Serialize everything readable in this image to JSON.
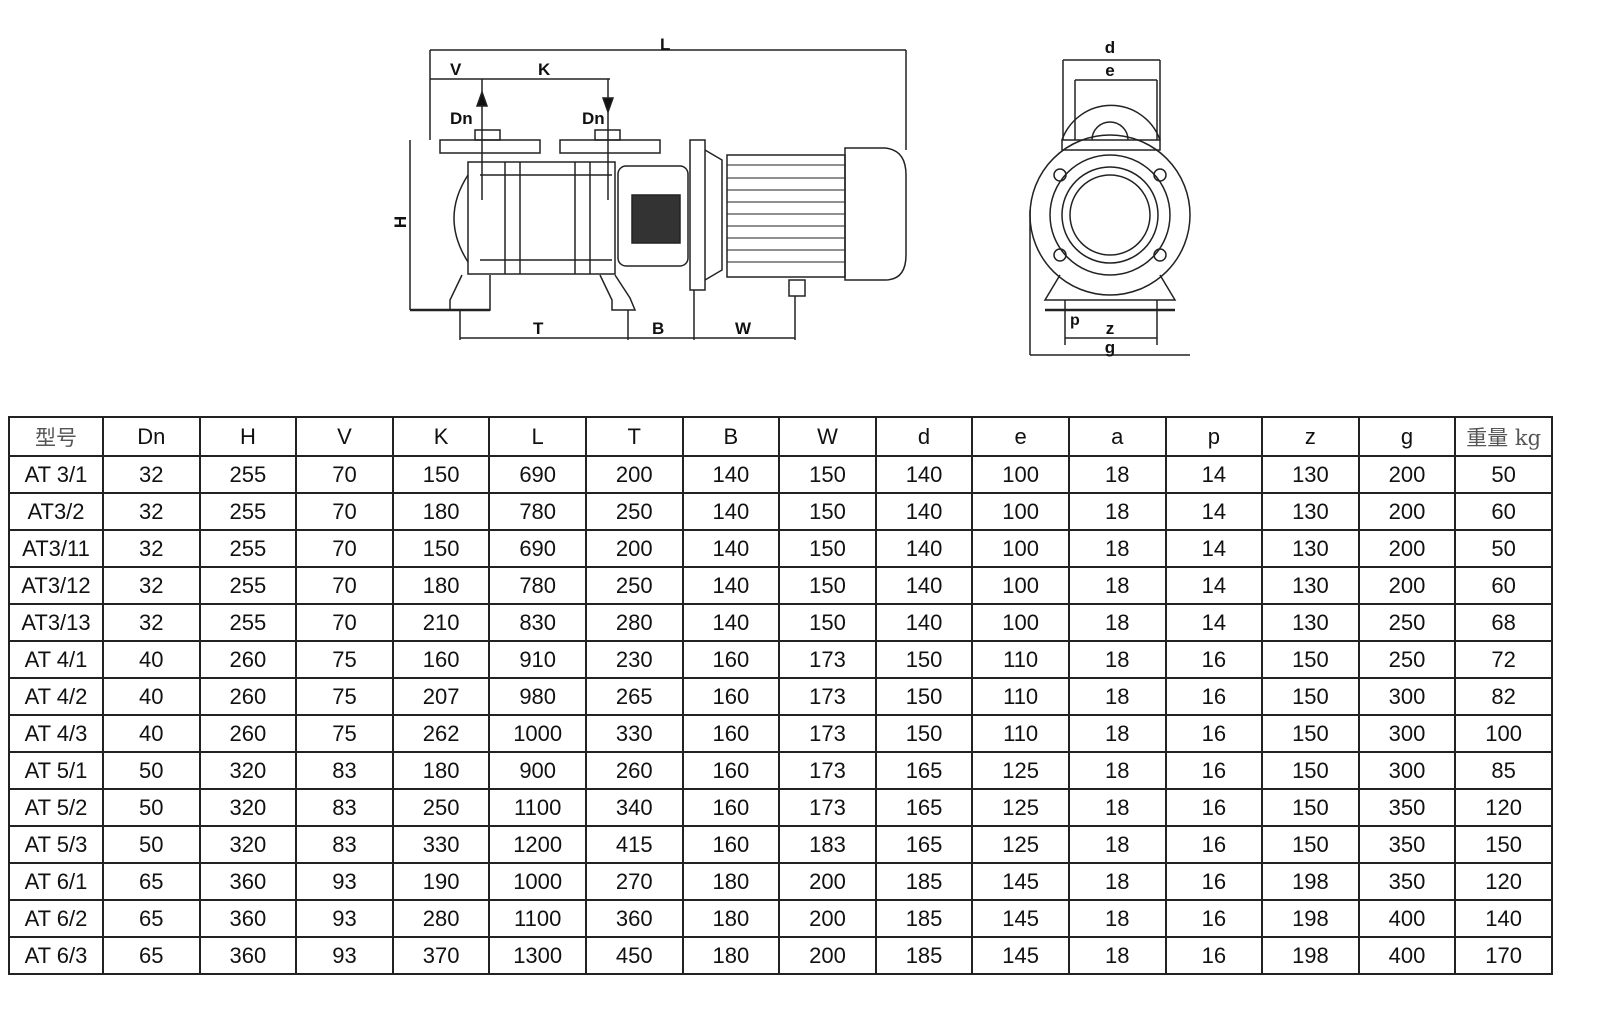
{
  "diagram": {
    "side_view": {
      "L": "L",
      "V": "V",
      "K": "K",
      "Dn_inlet": "Dn",
      "Dn_outlet": "Dn",
      "H": "H",
      "T": "T",
      "B": "B",
      "W": "W"
    },
    "front_view": {
      "d": "d",
      "e": "e",
      "p": "p",
      "z": "z",
      "g": "g"
    }
  },
  "table": {
    "headers": [
      "型号",
      "Dn",
      "H",
      "V",
      "K",
      "L",
      "T",
      "B",
      "W",
      "d",
      "e",
      "a",
      "p",
      "z",
      "g",
      "重量 kg"
    ],
    "rows": [
      [
        "AT 3/1",
        "32",
        "255",
        "70",
        "150",
        "690",
        "200",
        "140",
        "150",
        "140",
        "100",
        "18",
        "14",
        "130",
        "200",
        "50"
      ],
      [
        "AT3/2",
        "32",
        "255",
        "70",
        "180",
        "780",
        "250",
        "140",
        "150",
        "140",
        "100",
        "18",
        "14",
        "130",
        "200",
        "60"
      ],
      [
        "AT3/11",
        "32",
        "255",
        "70",
        "150",
        "690",
        "200",
        "140",
        "150",
        "140",
        "100",
        "18",
        "14",
        "130",
        "200",
        "50"
      ],
      [
        "AT3/12",
        "32",
        "255",
        "70",
        "180",
        "780",
        "250",
        "140",
        "150",
        "140",
        "100",
        "18",
        "14",
        "130",
        "200",
        "60"
      ],
      [
        "AT3/13",
        "32",
        "255",
        "70",
        "210",
        "830",
        "280",
        "140",
        "150",
        "140",
        "100",
        "18",
        "14",
        "130",
        "250",
        "68"
      ],
      [
        "AT 4/1",
        "40",
        "260",
        "75",
        "160",
        "910",
        "230",
        "160",
        "173",
        "150",
        "110",
        "18",
        "16",
        "150",
        "250",
        "72"
      ],
      [
        "AT 4/2",
        "40",
        "260",
        "75",
        "207",
        "980",
        "265",
        "160",
        "173",
        "150",
        "110",
        "18",
        "16",
        "150",
        "300",
        "82"
      ],
      [
        "AT 4/3",
        "40",
        "260",
        "75",
        "262",
        "1000",
        "330",
        "160",
        "173",
        "150",
        "110",
        "18",
        "16",
        "150",
        "300",
        "100"
      ],
      [
        "AT 5/1",
        "50",
        "320",
        "83",
        "180",
        "900",
        "260",
        "160",
        "173",
        "165",
        "125",
        "18",
        "16",
        "150",
        "300",
        "85"
      ],
      [
        "AT 5/2",
        "50",
        "320",
        "83",
        "250",
        "1100",
        "340",
        "160",
        "173",
        "165",
        "125",
        "18",
        "16",
        "150",
        "350",
        "120"
      ],
      [
        "AT 5/3",
        "50",
        "320",
        "83",
        "330",
        "1200",
        "415",
        "160",
        "183",
        "165",
        "125",
        "18",
        "16",
        "150",
        "350",
        "150"
      ],
      [
        "AT 6/1",
        "65",
        "360",
        "93",
        "190",
        "1000",
        "270",
        "180",
        "200",
        "185",
        "145",
        "18",
        "16",
        "198",
        "350",
        "120"
      ],
      [
        "AT 6/2",
        "65",
        "360",
        "93",
        "280",
        "1100",
        "360",
        "180",
        "200",
        "185",
        "145",
        "18",
        "16",
        "198",
        "400",
        "140"
      ],
      [
        "AT 6/3",
        "65",
        "360",
        "93",
        "370",
        "1300",
        "450",
        "180",
        "200",
        "185",
        "145",
        "18",
        "16",
        "198",
        "400",
        "170"
      ]
    ]
  }
}
